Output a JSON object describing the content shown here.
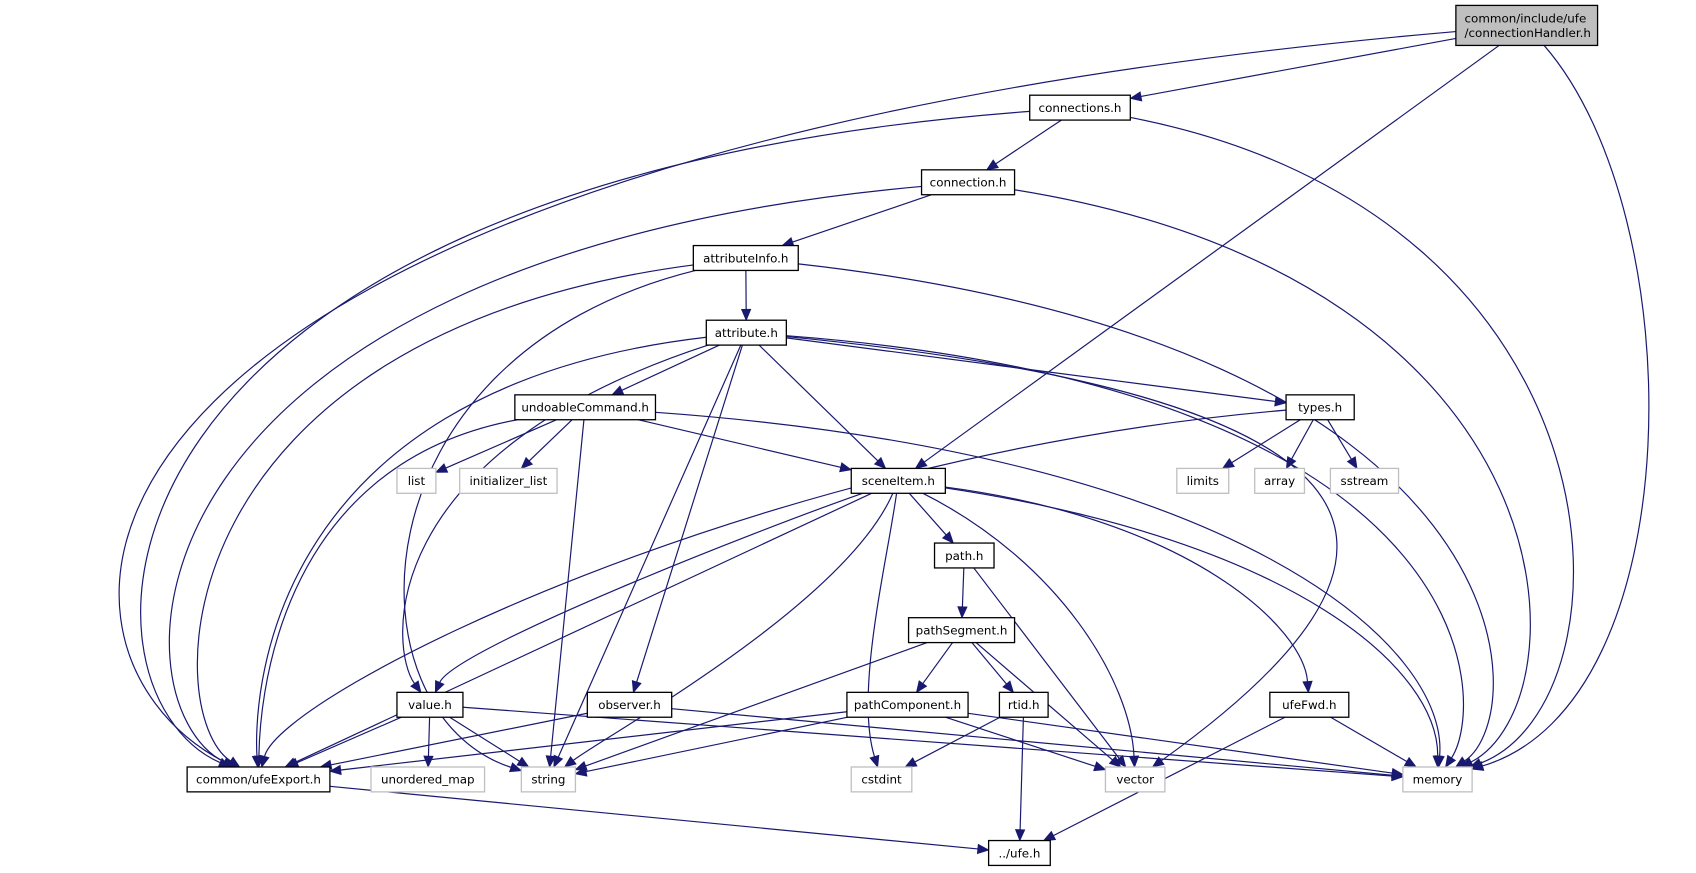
{
  "diagram": {
    "title": "Include dependency graph for connectionHandler.h",
    "colors": {
      "edge": "#191970",
      "root_fill": "#bfbfbf",
      "local_border": "#000000",
      "external_border": "#bfbfbf"
    },
    "nodes": [
      {
        "id": "root",
        "lines": [
          "common/include/ufe",
          "/connectionHandler.h"
        ],
        "kind": "root"
      },
      {
        "id": "connections",
        "lines": [
          "connections.h"
        ],
        "kind": "local"
      },
      {
        "id": "connection",
        "lines": [
          "connection.h"
        ],
        "kind": "local"
      },
      {
        "id": "attributeInfo",
        "lines": [
          "attributeInfo.h"
        ],
        "kind": "local"
      },
      {
        "id": "attribute",
        "lines": [
          "attribute.h"
        ],
        "kind": "local"
      },
      {
        "id": "undoableCommand",
        "lines": [
          "undoableCommand.h"
        ],
        "kind": "local"
      },
      {
        "id": "types",
        "lines": [
          "types.h"
        ],
        "kind": "local"
      },
      {
        "id": "list",
        "lines": [
          "list"
        ],
        "kind": "external"
      },
      {
        "id": "initializer_list",
        "lines": [
          "initializer_list"
        ],
        "kind": "external"
      },
      {
        "id": "sceneItem",
        "lines": [
          "sceneItem.h"
        ],
        "kind": "local"
      },
      {
        "id": "limits",
        "lines": [
          "limits"
        ],
        "kind": "external"
      },
      {
        "id": "array",
        "lines": [
          "array"
        ],
        "kind": "external"
      },
      {
        "id": "sstream",
        "lines": [
          "sstream"
        ],
        "kind": "external"
      },
      {
        "id": "path",
        "lines": [
          "path.h"
        ],
        "kind": "local"
      },
      {
        "id": "pathSegment",
        "lines": [
          "pathSegment.h"
        ],
        "kind": "local"
      },
      {
        "id": "value",
        "lines": [
          "value.h"
        ],
        "kind": "local"
      },
      {
        "id": "observer",
        "lines": [
          "observer.h"
        ],
        "kind": "local"
      },
      {
        "id": "pathComponent",
        "lines": [
          "pathComponent.h"
        ],
        "kind": "local"
      },
      {
        "id": "rtid",
        "lines": [
          "rtid.h"
        ],
        "kind": "local"
      },
      {
        "id": "ufeFwd",
        "lines": [
          "ufeFwd.h"
        ],
        "kind": "local"
      },
      {
        "id": "ufeExport",
        "lines": [
          "common/ufeExport.h"
        ],
        "kind": "local"
      },
      {
        "id": "unordered_map",
        "lines": [
          "unordered_map"
        ],
        "kind": "external"
      },
      {
        "id": "string",
        "lines": [
          "string"
        ],
        "kind": "external"
      },
      {
        "id": "cstdint",
        "lines": [
          "cstdint"
        ],
        "kind": "external"
      },
      {
        "id": "vector",
        "lines": [
          "vector"
        ],
        "kind": "external"
      },
      {
        "id": "memory",
        "lines": [
          "memory"
        ],
        "kind": "external"
      },
      {
        "id": "ufe",
        "lines": [
          "../ufe.h"
        ],
        "kind": "local"
      }
    ],
    "edges": [
      [
        "root",
        "ufeExport"
      ],
      [
        "root",
        "connections"
      ],
      [
        "root",
        "sceneItem"
      ],
      [
        "root",
        "memory"
      ],
      [
        "connections",
        "ufeExport"
      ],
      [
        "connections",
        "connection"
      ],
      [
        "connections",
        "memory"
      ],
      [
        "connection",
        "ufeExport"
      ],
      [
        "connection",
        "attributeInfo"
      ],
      [
        "connection",
        "memory"
      ],
      [
        "attributeInfo",
        "ufeExport"
      ],
      [
        "attributeInfo",
        "attribute"
      ],
      [
        "attributeInfo",
        "string"
      ],
      [
        "attributeInfo",
        "memory"
      ],
      [
        "attribute",
        "ufeExport"
      ],
      [
        "attribute",
        "undoableCommand"
      ],
      [
        "attribute",
        "types"
      ],
      [
        "attribute",
        "sceneItem"
      ],
      [
        "attribute",
        "value"
      ],
      [
        "attribute",
        "observer"
      ],
      [
        "attribute",
        "string"
      ],
      [
        "attribute",
        "vector"
      ],
      [
        "attribute",
        "memory"
      ],
      [
        "undoableCommand",
        "ufeExport"
      ],
      [
        "undoableCommand",
        "list"
      ],
      [
        "undoableCommand",
        "initializer_list"
      ],
      [
        "undoableCommand",
        "sceneItem"
      ],
      [
        "undoableCommand",
        "string"
      ],
      [
        "undoableCommand",
        "memory"
      ],
      [
        "types",
        "ufeExport"
      ],
      [
        "types",
        "limits"
      ],
      [
        "types",
        "array"
      ],
      [
        "types",
        "sstream"
      ],
      [
        "sceneItem",
        "ufeExport"
      ],
      [
        "sceneItem",
        "path"
      ],
      [
        "sceneItem",
        "value"
      ],
      [
        "sceneItem",
        "ufeFwd"
      ],
      [
        "sceneItem",
        "string"
      ],
      [
        "sceneItem",
        "cstdint"
      ],
      [
        "sceneItem",
        "vector"
      ],
      [
        "sceneItem",
        "memory"
      ],
      [
        "path",
        "pathSegment"
      ],
      [
        "path",
        "vector"
      ],
      [
        "pathSegment",
        "pathComponent"
      ],
      [
        "pathSegment",
        "rtid"
      ],
      [
        "pathSegment",
        "string"
      ],
      [
        "pathSegment",
        "vector"
      ],
      [
        "value",
        "ufeExport"
      ],
      [
        "value",
        "unordered_map"
      ],
      [
        "value",
        "string"
      ],
      [
        "value",
        "memory"
      ],
      [
        "observer",
        "ufeExport"
      ],
      [
        "observer",
        "memory"
      ],
      [
        "pathComponent",
        "ufeExport"
      ],
      [
        "pathComponent",
        "string"
      ],
      [
        "pathComponent",
        "vector"
      ],
      [
        "pathComponent",
        "memory"
      ],
      [
        "rtid",
        "cstdint"
      ],
      [
        "rtid",
        "ufe"
      ],
      [
        "ufeFwd",
        "ufe"
      ],
      [
        "ufeFwd",
        "memory"
      ],
      [
        "ufeExport",
        "ufe"
      ]
    ]
  }
}
